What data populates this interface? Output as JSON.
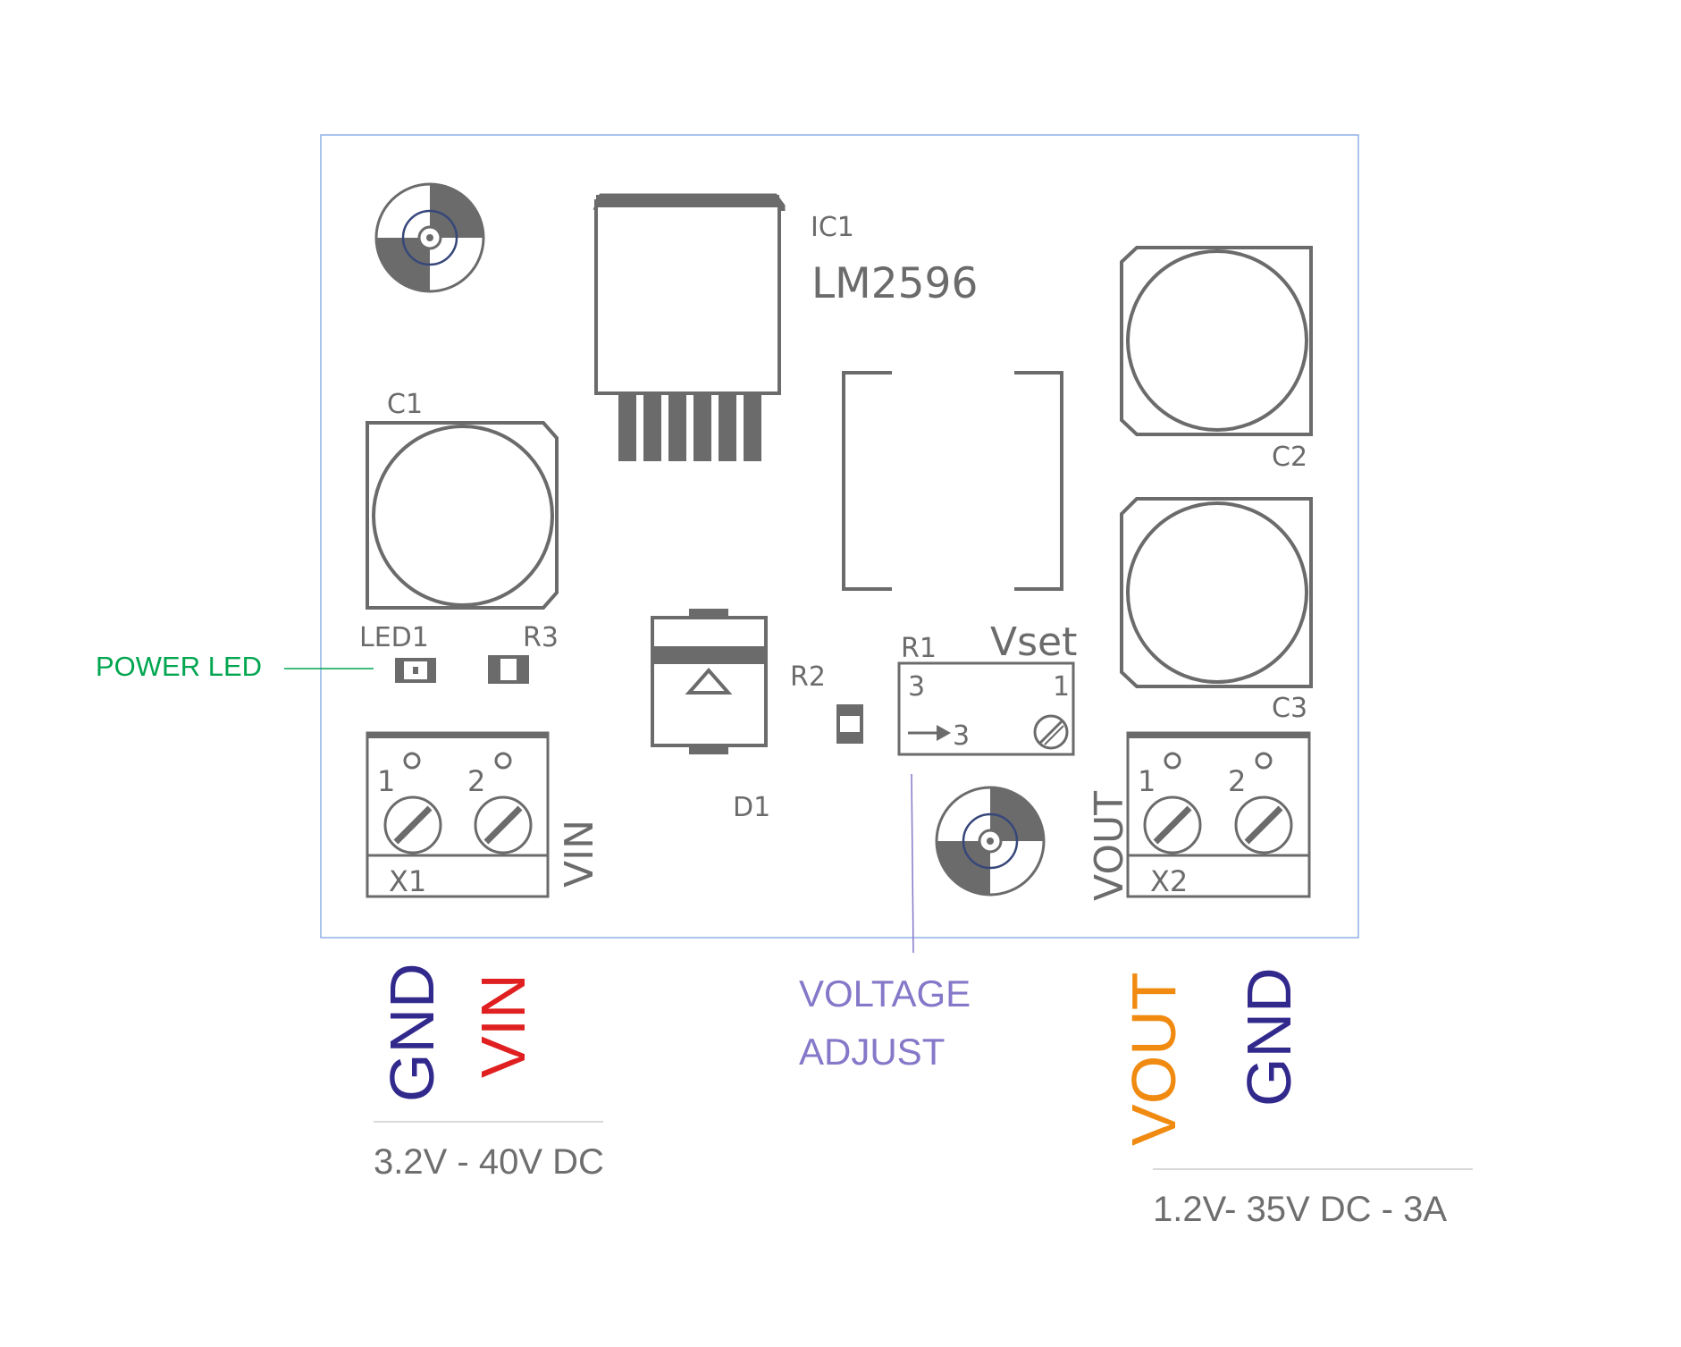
{
  "board": {
    "ic": {
      "ref": "IC1",
      "part": "LM2596"
    },
    "c1": "C1",
    "c2": "C2",
    "c3": "C3",
    "led": "LED1",
    "r3": "R3",
    "r2": "R2",
    "d1": "D1",
    "r1": "R1",
    "vset": "Vset",
    "pot_pin_3": "3",
    "pot_pin_1": "1",
    "pot_wiper": "3",
    "x1": {
      "ref": "X1",
      "pin1": "1",
      "pin2": "2",
      "label": "VIN"
    },
    "x2": {
      "ref": "X2",
      "pin1": "1",
      "pin2": "2",
      "label": "VOUT"
    }
  },
  "annotations": {
    "power_led": "POWER LED",
    "voltage_adjust_line1": "VOLTAGE",
    "voltage_adjust_line2": "ADJUST",
    "input": {
      "gnd": "GND",
      "vin": "VIN",
      "range": "3.2V - 40V DC"
    },
    "output": {
      "vout": "VOUT",
      "gnd": "GND",
      "range": "1.2V- 35V DC - 3A"
    }
  },
  "colors": {
    "silkscreen": "#6b6b6b",
    "board_outline": "#8fb0e8",
    "power_led": "#00a650",
    "voltage_adjust": "#8478c9",
    "gnd": "#32298c",
    "vin": "#e02020",
    "vout": "#f08a10",
    "range_text": "#6e6e6e"
  }
}
